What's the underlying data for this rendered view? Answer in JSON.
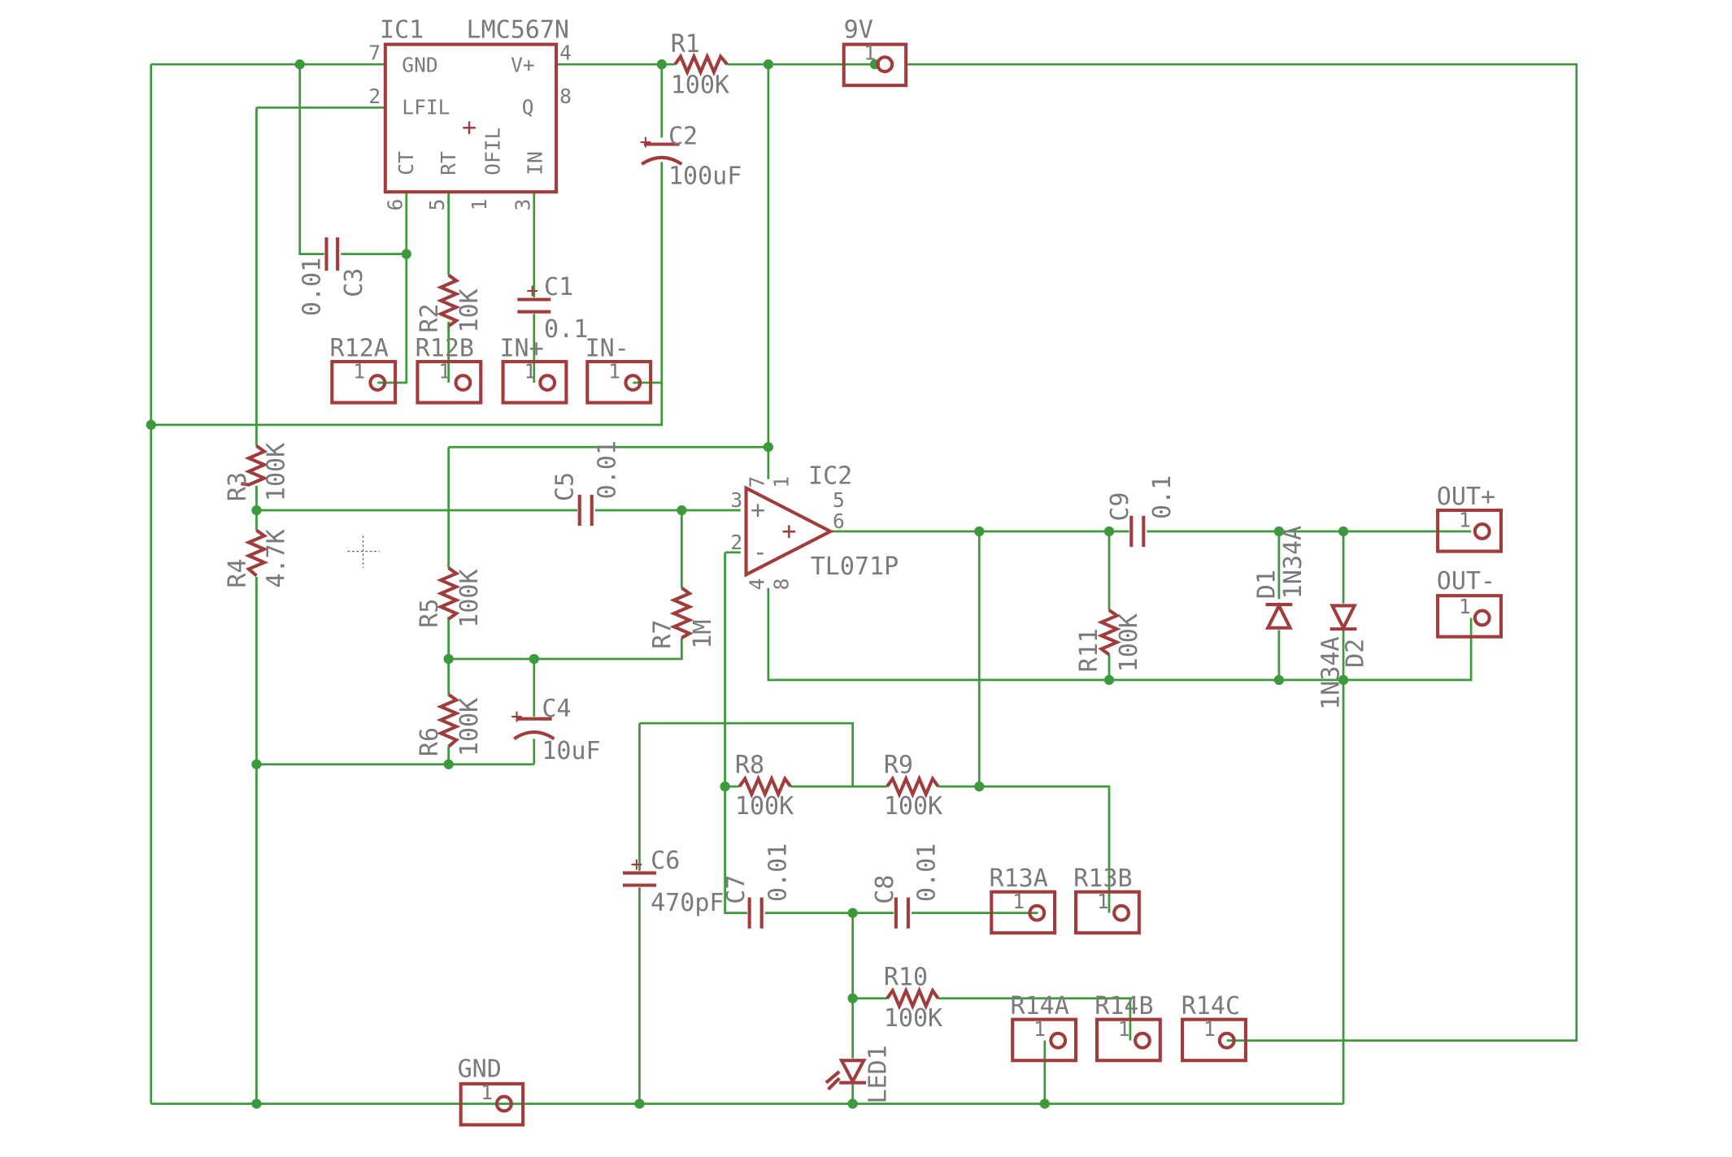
{
  "ic1": {
    "ref": "IC1",
    "value": "LMC567N",
    "pins": {
      "gnd": "GND",
      "vplus": "V+",
      "lfil": "LFIL",
      "q": "Q",
      "ct": "CT",
      "rt": "RT",
      "ofil": "OFIL",
      "in": "IN"
    },
    "pin_numbers": {
      "p7": "7",
      "p4": "4",
      "p2": "2",
      "p8": "8",
      "p6": "6",
      "p5": "5",
      "p1": "1",
      "p3": "3"
    }
  },
  "ic2": {
    "ref": "IC2",
    "value": "TL071P",
    "pin_numbers": {
      "p7": "7",
      "p1": "1",
      "p3": "3",
      "p2": "2",
      "p5": "5",
      "p6": "6",
      "p4": "4",
      "p8": "8"
    },
    "plus": "+",
    "minus": "-"
  },
  "resistors": {
    "r1": {
      "ref": "R1",
      "value": "100K"
    },
    "r2": {
      "ref": "R2",
      "value": "10K"
    },
    "r3": {
      "ref": "R3",
      "value": "100K"
    },
    "r4": {
      "ref": "R4",
      "value": "4.7K"
    },
    "r5": {
      "ref": "R5",
      "value": "100K"
    },
    "r6": {
      "ref": "R6",
      "value": "100K"
    },
    "r7": {
      "ref": "R7",
      "value": "1M"
    },
    "r8": {
      "ref": "R8",
      "value": "100K"
    },
    "r9": {
      "ref": "R9",
      "value": "100K"
    },
    "r10": {
      "ref": "R10",
      "value": "100K"
    },
    "r11": {
      "ref": "R11",
      "value": "100K"
    }
  },
  "capacitors": {
    "c1": {
      "ref": "C1",
      "value": "0.1"
    },
    "c2": {
      "ref": "C2",
      "value": "100uF"
    },
    "c3": {
      "ref": "C3",
      "value": "0.01"
    },
    "c4": {
      "ref": "C4",
      "value": "10uF"
    },
    "c5": {
      "ref": "C5",
      "value": "0.01"
    },
    "c6": {
      "ref": "C6",
      "value": "470pF"
    },
    "c7": {
      "ref": "C7",
      "value": "0.01"
    },
    "c8": {
      "ref": "C8",
      "value": "0.01"
    },
    "c9": {
      "ref": "C9",
      "value": "0.1"
    }
  },
  "diodes": {
    "d1": {
      "ref": "D1",
      "value": "1N34A"
    },
    "d2": {
      "ref": "D2",
      "value": "1N34A"
    },
    "led1": {
      "ref": "LED1"
    }
  },
  "pads": {
    "nine_v": "9V",
    "r12a": "R12A",
    "r12b": "R12B",
    "in_plus": "IN+",
    "in_minus": "IN-",
    "out_plus": "OUT+",
    "out_minus": "OUT-",
    "r13a": "R13A",
    "r13b": "R13B",
    "r14a": "R14A",
    "r14b": "R14B",
    "r14c": "R14C",
    "gnd": "GND",
    "pin_number": "1"
  },
  "polarity": "+",
  "colors": {
    "wire": "#3c9a3c",
    "part": "#a03c3c",
    "text": "#7a7a7a",
    "background": "#ffffff"
  }
}
